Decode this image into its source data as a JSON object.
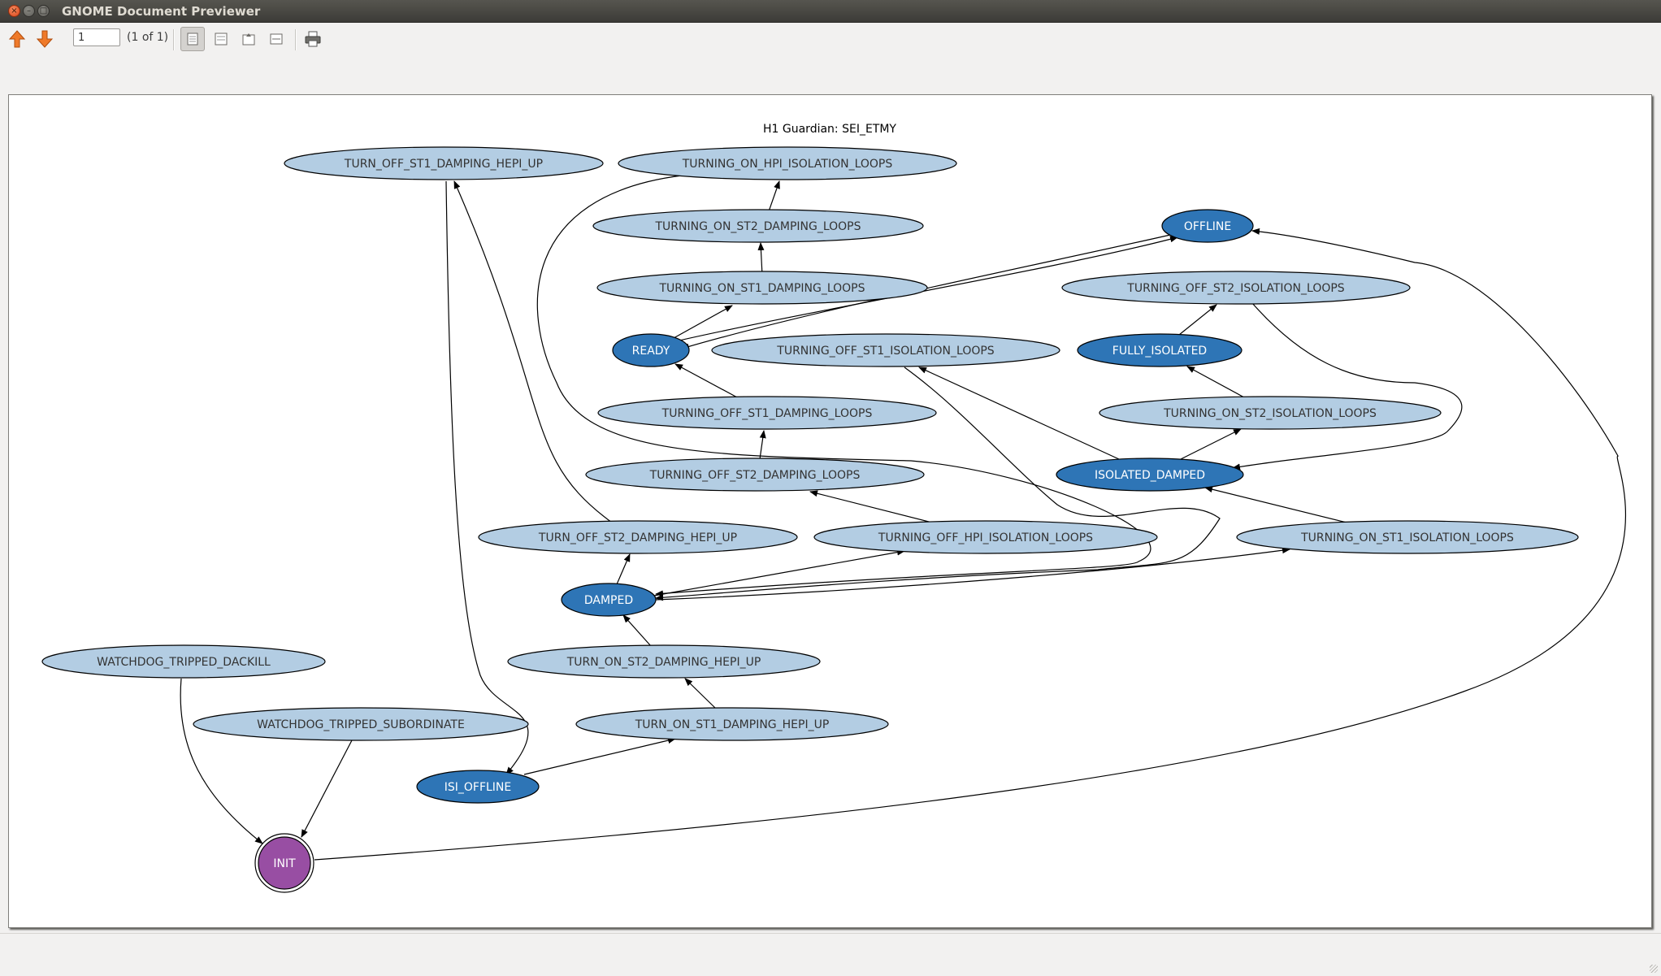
{
  "window": {
    "title": "GNOME Document Previewer"
  },
  "toolbar": {
    "prev_icon": "arrow-up-icon",
    "next_icon": "arrow-down-icon",
    "page_input_value": "1",
    "page_count": "(1 of 1)",
    "view_icons": [
      "continuous-view-icon",
      "dual-page-view-icon",
      "zoom-fit-icon",
      "zoom-width-icon",
      "print-icon"
    ]
  },
  "colors": {
    "state_normal": "#b3cde3",
    "state_main": "#2e75b6",
    "state_init": "#984ea3",
    "titlebar": "#3c3b37"
  },
  "graph": {
    "title": "H1 Guardian: SEI_ETMY",
    "nodes": [
      {
        "id": "TURN_OFF_ST1_DAMPING_HEPI_UP",
        "label": "TURN_OFF_ST1_DAMPING_HEPI_UP",
        "kind": "normal"
      },
      {
        "id": "TURNING_ON_HPI_ISOLATION_LOOPS",
        "label": "TURNING_ON_HPI_ISOLATION_LOOPS",
        "kind": "normal"
      },
      {
        "id": "TURNING_ON_ST2_DAMPING_LOOPS",
        "label": "TURNING_ON_ST2_DAMPING_LOOPS",
        "kind": "normal"
      },
      {
        "id": "OFFLINE",
        "label": "OFFLINE",
        "kind": "main"
      },
      {
        "id": "TURNING_ON_ST1_DAMPING_LOOPS",
        "label": "TURNING_ON_ST1_DAMPING_LOOPS",
        "kind": "normal"
      },
      {
        "id": "TURNING_OFF_ST2_ISOLATION_LOOPS",
        "label": "TURNING_OFF_ST2_ISOLATION_LOOPS",
        "kind": "normal"
      },
      {
        "id": "READY",
        "label": "READY",
        "kind": "main"
      },
      {
        "id": "TURNING_OFF_ST1_ISOLATION_LOOPS",
        "label": "TURNING_OFF_ST1_ISOLATION_LOOPS",
        "kind": "normal"
      },
      {
        "id": "FULLY_ISOLATED",
        "label": "FULLY_ISOLATED",
        "kind": "main"
      },
      {
        "id": "TURNING_OFF_ST1_DAMPING_LOOPS",
        "label": "TURNING_OFF_ST1_DAMPING_LOOPS",
        "kind": "normal"
      },
      {
        "id": "TURNING_ON_ST2_ISOLATION_LOOPS",
        "label": "TURNING_ON_ST2_ISOLATION_LOOPS",
        "kind": "normal"
      },
      {
        "id": "TURNING_OFF_ST2_DAMPING_LOOPS",
        "label": "TURNING_OFF_ST2_DAMPING_LOOPS",
        "kind": "normal"
      },
      {
        "id": "ISOLATED_DAMPED",
        "label": "ISOLATED_DAMPED",
        "kind": "main"
      },
      {
        "id": "TURN_OFF_ST2_DAMPING_HEPI_UP",
        "label": "TURN_OFF_ST2_DAMPING_HEPI_UP",
        "kind": "normal"
      },
      {
        "id": "TURNING_OFF_HPI_ISOLATION_LOOPS",
        "label": "TURNING_OFF_HPI_ISOLATION_LOOPS",
        "kind": "normal"
      },
      {
        "id": "TURNING_ON_ST1_ISOLATION_LOOPS",
        "label": "TURNING_ON_ST1_ISOLATION_LOOPS",
        "kind": "normal"
      },
      {
        "id": "DAMPED",
        "label": "DAMPED",
        "kind": "main"
      },
      {
        "id": "WATCHDOG_TRIPPED_DACKILL",
        "label": "WATCHDOG_TRIPPED_DACKILL",
        "kind": "normal"
      },
      {
        "id": "TURN_ON_ST2_DAMPING_HEPI_UP",
        "label": "TURN_ON_ST2_DAMPING_HEPI_UP",
        "kind": "normal"
      },
      {
        "id": "WATCHDOG_TRIPPED_SUBORDINATE",
        "label": "WATCHDOG_TRIPPED_SUBORDINATE",
        "kind": "normal"
      },
      {
        "id": "TURN_ON_ST1_DAMPING_HEPI_UP",
        "label": "TURN_ON_ST1_DAMPING_HEPI_UP",
        "kind": "normal"
      },
      {
        "id": "ISI_OFFLINE",
        "label": "ISI_OFFLINE",
        "kind": "main"
      },
      {
        "id": "INIT",
        "label": "INIT",
        "kind": "init"
      }
    ],
    "edges": [
      {
        "from": "TURNING_ON_ST2_DAMPING_LOOPS",
        "to": "TURNING_ON_HPI_ISOLATION_LOOPS"
      },
      {
        "from": "TURNING_ON_ST1_DAMPING_LOOPS",
        "to": "TURNING_ON_ST2_DAMPING_LOOPS"
      },
      {
        "from": "READY",
        "to": "TURNING_ON_ST1_DAMPING_LOOPS"
      },
      {
        "from": "READY",
        "to": "OFFLINE"
      },
      {
        "from": "OFFLINE",
        "to": "READY"
      },
      {
        "from": "TURNING_OFF_ST1_DAMPING_LOOPS",
        "to": "READY"
      },
      {
        "from": "TURNING_OFF_ST2_DAMPING_LOOPS",
        "to": "TURNING_OFF_ST1_DAMPING_LOOPS"
      },
      {
        "from": "TURNING_OFF_HPI_ISOLATION_LOOPS",
        "to": "TURNING_OFF_ST2_DAMPING_LOOPS"
      },
      {
        "from": "DAMPED",
        "to": "TURN_OFF_ST2_DAMPING_HEPI_UP"
      },
      {
        "from": "DAMPED",
        "to": "TURNING_OFF_HPI_ISOLATION_LOOPS"
      },
      {
        "from": "DAMPED",
        "to": "TURNING_ON_ST1_ISOLATION_LOOPS"
      },
      {
        "from": "TURN_OFF_ST2_DAMPING_HEPI_UP",
        "to": "TURN_OFF_ST1_DAMPING_HEPI_UP"
      },
      {
        "from": "TURN_OFF_ST1_DAMPING_HEPI_UP",
        "to": "ISI_OFFLINE"
      },
      {
        "from": "TURNING_ON_HPI_ISOLATION_LOOPS",
        "to": "DAMPED"
      },
      {
        "from": "TURNING_OFF_ST1_ISOLATION_LOOPS",
        "to": "DAMPED"
      },
      {
        "from": "TURN_ON_ST2_DAMPING_HEPI_UP",
        "to": "DAMPED"
      },
      {
        "from": "TURN_ON_ST1_DAMPING_HEPI_UP",
        "to": "TURN_ON_ST2_DAMPING_HEPI_UP"
      },
      {
        "from": "ISI_OFFLINE",
        "to": "TURN_ON_ST1_DAMPING_HEPI_UP"
      },
      {
        "from": "TURNING_ON_ST1_ISOLATION_LOOPS",
        "to": "ISOLATED_DAMPED"
      },
      {
        "from": "ISOLATED_DAMPED",
        "to": "TURNING_ON_ST2_ISOLATION_LOOPS"
      },
      {
        "from": "ISOLATED_DAMPED",
        "to": "TURNING_OFF_ST1_ISOLATION_LOOPS"
      },
      {
        "from": "TURNING_ON_ST2_ISOLATION_LOOPS",
        "to": "FULLY_ISOLATED"
      },
      {
        "from": "FULLY_ISOLATED",
        "to": "TURNING_OFF_ST2_ISOLATION_LOOPS"
      },
      {
        "from": "TURNING_OFF_ST2_ISOLATION_LOOPS",
        "to": "ISOLATED_DAMPED"
      },
      {
        "from": "WATCHDOG_TRIPPED_DACKILL",
        "to": "INIT"
      },
      {
        "from": "WATCHDOG_TRIPPED_SUBORDINATE",
        "to": "INIT"
      },
      {
        "from": "INIT",
        "to": "OFFLINE"
      }
    ]
  }
}
